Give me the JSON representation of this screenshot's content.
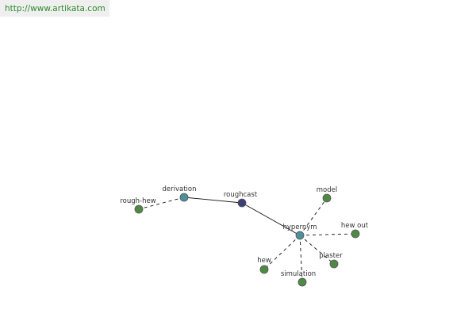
{
  "header": {
    "url": "http://www.artikata.com"
  },
  "graph": {
    "colors": {
      "center": "#3a3f7a",
      "hub": "#4e8f9c",
      "leaf": "#4f8a45",
      "edge": "#111111",
      "label": "#333333"
    },
    "nodes": [
      {
        "id": "roughcast",
        "label": "roughcast",
        "kind": "center"
      },
      {
        "id": "derivation",
        "label": "derivation",
        "kind": "hub"
      },
      {
        "id": "hypernym",
        "label": "hypernym",
        "kind": "hub"
      },
      {
        "id": "rough-hew",
        "label": "rough-hew",
        "kind": "leaf"
      },
      {
        "id": "model",
        "label": "model",
        "kind": "leaf"
      },
      {
        "id": "hew-out",
        "label": "hew out",
        "kind": "leaf"
      },
      {
        "id": "plaster",
        "label": "plaster",
        "kind": "leaf"
      },
      {
        "id": "simulation",
        "label": "simulation",
        "kind": "leaf"
      },
      {
        "id": "hew",
        "label": "hew",
        "kind": "leaf"
      }
    ],
    "edges": [
      {
        "from": "roughcast",
        "to": "derivation",
        "style": "solid"
      },
      {
        "from": "roughcast",
        "to": "hypernym",
        "style": "solid"
      },
      {
        "from": "derivation",
        "to": "rough-hew",
        "style": "dashed"
      },
      {
        "from": "hypernym",
        "to": "model",
        "style": "dashed"
      },
      {
        "from": "hypernym",
        "to": "hew-out",
        "style": "dashed"
      },
      {
        "from": "hypernym",
        "to": "plaster",
        "style": "dashed"
      },
      {
        "from": "hypernym",
        "to": "simulation",
        "style": "dashed"
      },
      {
        "from": "hypernym",
        "to": "hew",
        "style": "dashed"
      }
    ]
  }
}
